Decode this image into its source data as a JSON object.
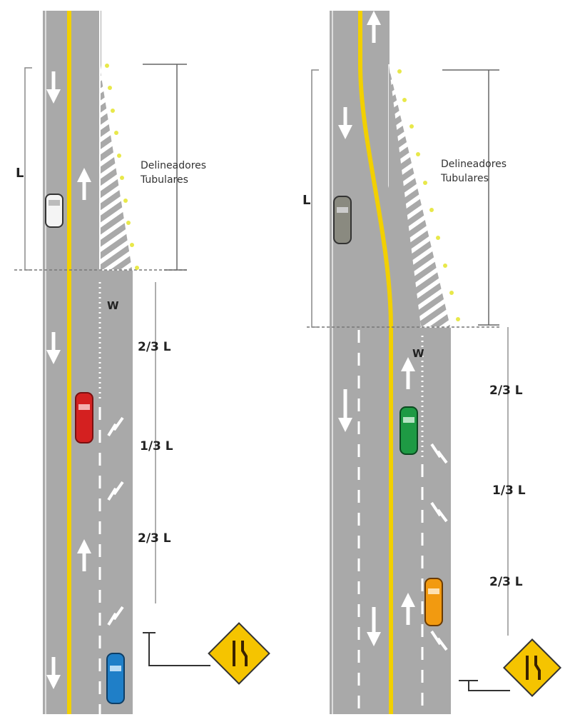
{
  "left_diagram": {
    "taper_label": "L",
    "delineators_line1": "Delineadores",
    "delineators_line2": "Tubulares",
    "width_label": "W",
    "segments": [
      "2/3 L",
      "1/3 L",
      "2/3 L"
    ]
  },
  "right_diagram": {
    "taper_label": "L",
    "delineators_line1": "Delineadores",
    "delineators_line2": "Tubulares",
    "width_label": "W",
    "segments": [
      "2/3 L",
      "1/3 L",
      "2/3 L"
    ]
  },
  "colors": {
    "road": "#a9a9a9",
    "center_line": "#f2d000",
    "sign": "#f5c400",
    "delineator": "#e8e84a",
    "car_white": "#f4f4f4",
    "car_red": "#d42020",
    "car_blue": "#1f7fc8",
    "car_gray": "#8a8a80",
    "car_green": "#1e9a44",
    "car_orange": "#f29a10"
  }
}
